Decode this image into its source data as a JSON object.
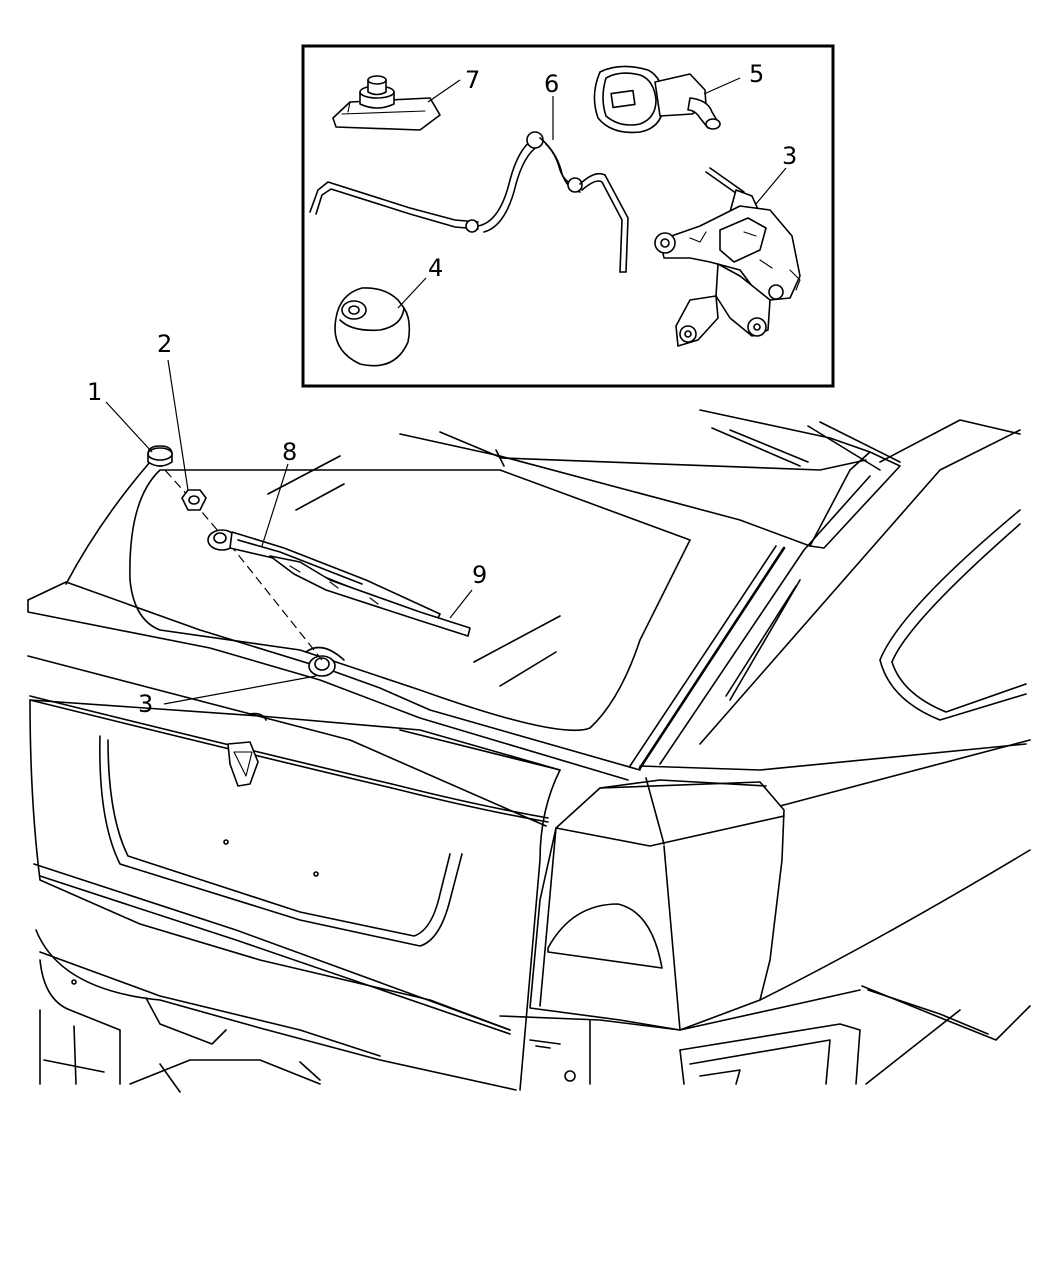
{
  "callouts": {
    "c1": "1",
    "c2": "2",
    "c3_main": "3",
    "c8": "8",
    "c9": "9",
    "c3_inset": "3",
    "c4": "4",
    "c5": "5",
    "c6": "6",
    "c7": "7"
  }
}
